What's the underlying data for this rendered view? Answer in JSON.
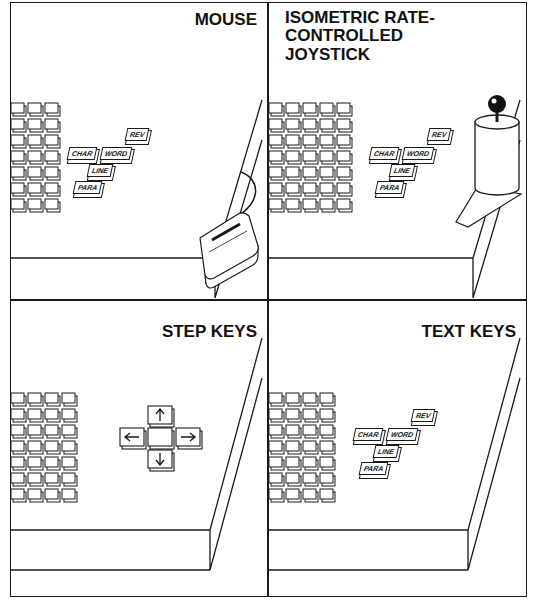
{
  "diagram": {
    "nodes": [
      {
        "text": [
          "MOUSE"
        ]
      },
      {
        "text": [
          "REV"
        ],
        "in": 0
      },
      {
        "text": [
          "CHAR"
        ],
        "in": 0
      },
      {
        "text": [
          "WORD"
        ],
        "in": 0
      },
      {
        "text": [
          "LINE"
        ],
        "in": 0
      },
      {
        "text": [
          "PARA"
        ],
        "in": 0
      },
      {
        "text": [
          "ISOMETRIC RATE-CONTROLLED JOYSTICK"
        ]
      },
      {
        "text": [
          "REV"
        ],
        "in": 6
      },
      {
        "text": [
          "CHAR"
        ],
        "in": 6
      },
      {
        "text": [
          "WORD"
        ],
        "in": 6
      },
      {
        "text": [
          "LINE"
        ],
        "in": 6
      },
      {
        "text": [
          "PARA"
        ],
        "in": 6
      },
      {
        "text": [
          "STEP KEYS"
        ]
      },
      {
        "text": [
          "TEXT KEYS"
        ]
      },
      {
        "text": [
          "REV"
        ],
        "in": 13
      },
      {
        "text": [
          "CHAR"
        ],
        "in": 13
      },
      {
        "text": [
          "WORD"
        ],
        "in": 13
      },
      {
        "text": [
          "LINE"
        ],
        "in": 13
      },
      {
        "text": [
          "PARA"
        ],
        "in": 13
      }
    ]
  }
}
